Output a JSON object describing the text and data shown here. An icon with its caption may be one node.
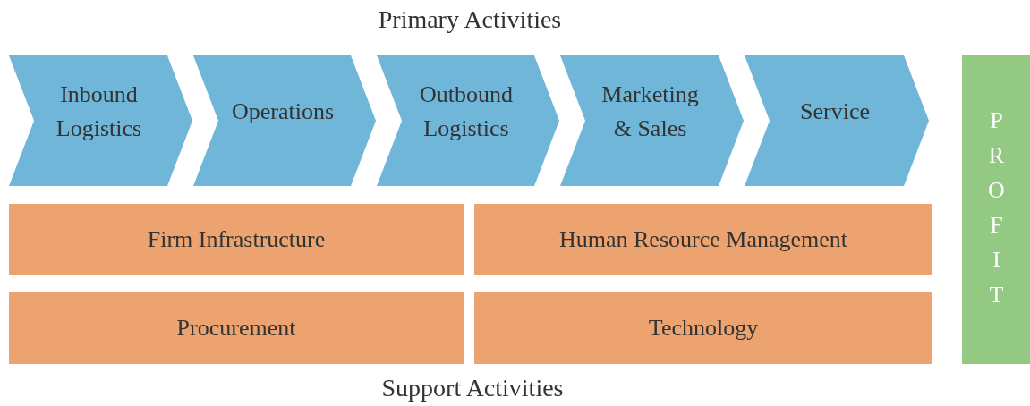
{
  "diagram": {
    "nodes": [
      {
        "text": [
          "Inbound Logistics"
        ]
      },
      {
        "text": [
          "Operations"
        ]
      },
      {
        "text": [
          "Outbound Logistics"
        ]
      },
      {
        "text": [
          "Marketing & Sales"
        ]
      },
      {
        "text": [
          "Service"
        ]
      },
      {
        "text": [
          "Firm Infrastructure"
        ]
      },
      {
        "text": [
          "Human Resource Management"
        ]
      },
      {
        "text": [
          "Procurement"
        ]
      },
      {
        "text": [
          "Technology"
        ]
      },
      {
        "text": [
          "PROFIT"
        ]
      }
    ],
    "labels": [
      "Primary Activities",
      "Support Activities"
    ]
  }
}
